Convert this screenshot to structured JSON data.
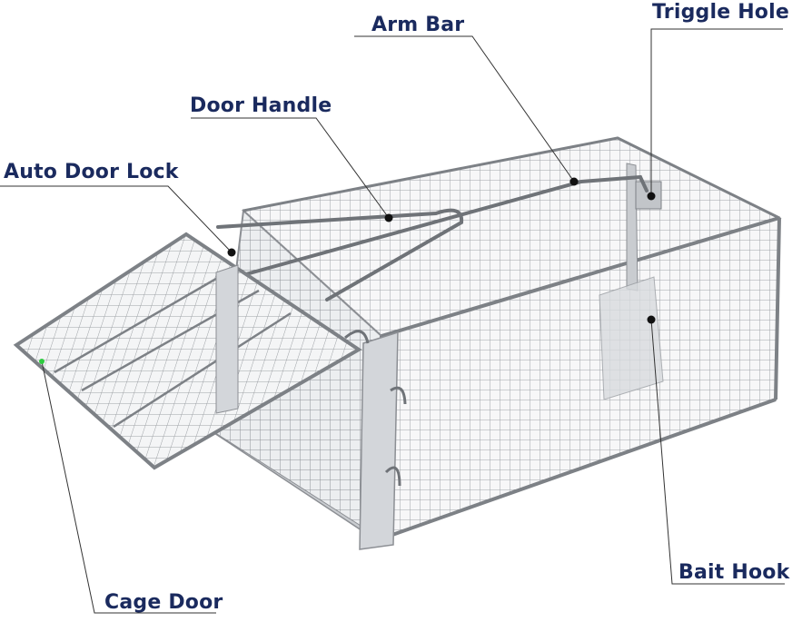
{
  "labels": {
    "arm_bar": "Arm Bar",
    "triggle_hole": "Triggle Hole",
    "door_handle": "Door Handle",
    "auto_door_lock": "Auto Door Lock",
    "bait_hook": "Bait Hook",
    "cage_door": "Cage Door"
  },
  "colors": {
    "label_text": "#1a2a5e",
    "leader_line": "#333333",
    "marker_dot": "#111111",
    "wire": "#8c8f94",
    "metal": "#c9ccd0"
  }
}
